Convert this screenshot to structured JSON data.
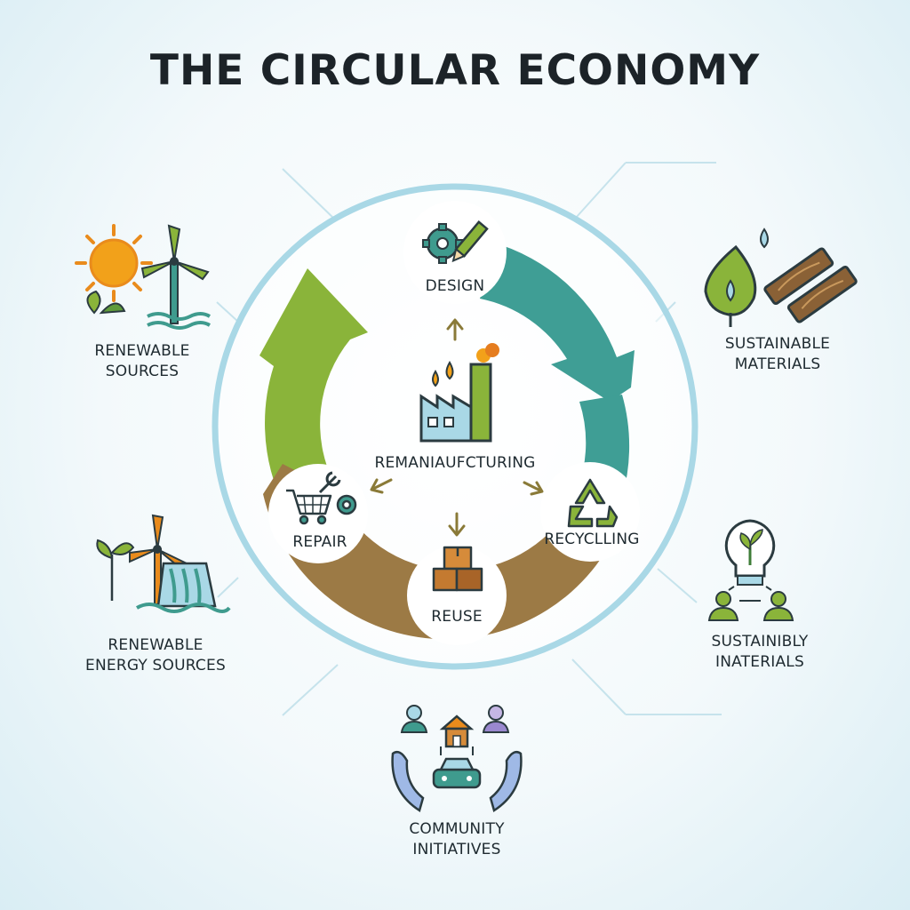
{
  "title": "THE CIRCULAR ECONOMY",
  "colors": {
    "green_arrow": "#8ab43a",
    "teal_arrow": "#3f9e95",
    "brown_arrow": "#9c7a45",
    "ring": "#a9d8e6",
    "icon_dark": "#2b3b40",
    "icon_teal": "#3f9b8e",
    "icon_orange": "#f2a11a",
    "icon_brown": "#8a6136"
  },
  "cycle": {
    "center": {
      "label": "REMANIAUFCTURING",
      "icon": "factory-icon"
    },
    "stages": [
      {
        "id": "design",
        "label": "DESIGN",
        "icon": "gear-pencil-icon"
      },
      {
        "id": "recycling",
        "label": "RECYCLLING",
        "icon": "recycle-icon"
      },
      {
        "id": "reuse",
        "label": "REUSE",
        "icon": "boxes-icon"
      },
      {
        "id": "repair",
        "label": "REPAIR",
        "icon": "cart-wrench-icon"
      }
    ]
  },
  "side_items": [
    {
      "id": "renewable-sources",
      "lines": [
        "RENEWABLE",
        "SOURCES"
      ],
      "icon": "sun-wind-turbine-icon"
    },
    {
      "id": "renewable-energy",
      "lines": [
        "RENEWABLE",
        "ENERGY SOURCES"
      ],
      "icon": "turbine-dam-icon"
    },
    {
      "id": "sustainable-materials",
      "lines": [
        "SUSTAINABLE",
        "MATERIALS"
      ],
      "icon": "leaf-wood-icon"
    },
    {
      "id": "sustainibly-inaterials",
      "lines": [
        "SUSTAINIBLY",
        "INATERIALS"
      ],
      "icon": "lightbulb-people-icon"
    },
    {
      "id": "community",
      "lines": [
        "COMMUNITY",
        "INITIATIVES"
      ],
      "icon": "hands-community-icon"
    }
  ]
}
